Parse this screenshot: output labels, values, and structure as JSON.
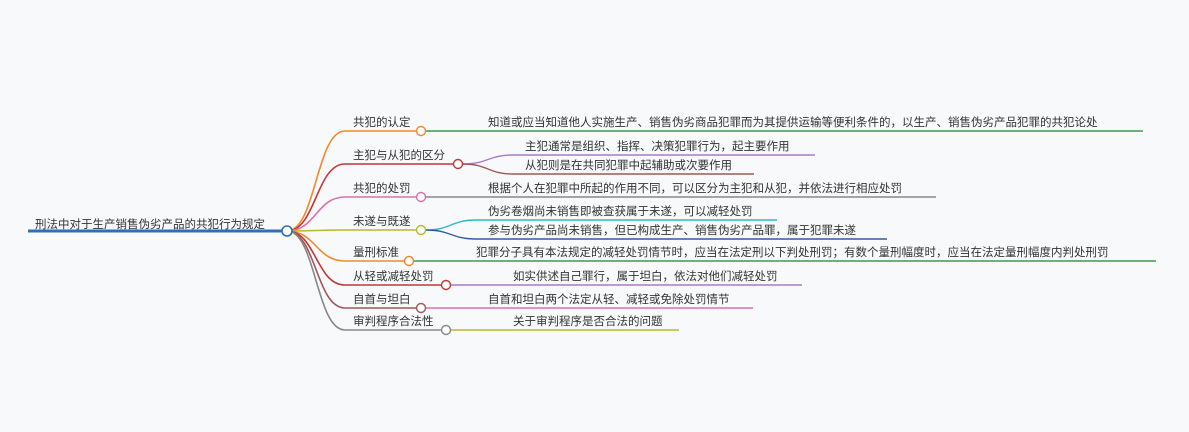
{
  "root": "刑法中对于生产销售伪劣产品的共犯行为规定",
  "branches": [
    {
      "label": "共犯的认定",
      "color": "#f08a2a",
      "children": [
        {
          "text": "知道或应当知道他人实施生产、销售伪劣商品犯罪而为其提供运输等便利条件的，以生产、销售伪劣产品犯罪的共犯论处",
          "color": "#3a9c48"
        }
      ]
    },
    {
      "label": "主犯与从犯的区分",
      "color": "#c0393b",
      "children": [
        {
          "text": "主犯通常是组织、指挥、决策犯罪行为，起主要作用",
          "color": "#a77ac9"
        },
        {
          "text": "从犯则是在共同犯罪中起辅助或次要作用",
          "color": "#a05858"
        }
      ]
    },
    {
      "label": "共犯的处罚",
      "color": "#e06fae",
      "children": [
        {
          "text": "根据个人在犯罪中所起的作用不同，可以区分为主犯和从犯，并依法进行相应处罚",
          "color": "#888888"
        }
      ]
    },
    {
      "label": "未遂与既遂",
      "color": "#b9b92a",
      "children": [
        {
          "text": "伪劣卷烟尚未销售即被查获属于未遂，可以减轻处罚",
          "color": "#2bbbc4"
        },
        {
          "text": "参与伪劣产品尚未销售，但已构成生产、销售伪劣产品罪，属于犯罪未遂",
          "color": "#3559a8"
        }
      ]
    },
    {
      "label": "量刑标准",
      "color": "#f08a2a",
      "children": [
        {
          "text": "犯罪分子具有本法规定的减轻处罚情节时，应当在法定刑以下判处刑罚；有数个量刑幅度时，应当在法定量刑幅度内判处刑罚",
          "color": "#3a9c48"
        }
      ]
    },
    {
      "label": "从轻或减轻处罚",
      "color": "#c0393b",
      "children": [
        {
          "text": "如实供述自己罪行，属于坦白，依法对他们减轻处罚",
          "color": "#a77ac9"
        }
      ]
    },
    {
      "label": "自首与坦白",
      "color": "#a05858",
      "children": [
        {
          "text": "自首和坦白两个法定从轻、减轻或免除处罚情节",
          "color": "#e06fae"
        }
      ]
    },
    {
      "label": "审判程序合法性",
      "color": "#888888",
      "children": [
        {
          "text": "关于审判程序是否合法的问题",
          "color": "#b9b92a"
        }
      ]
    }
  ],
  "root_color": "#2f6fb5"
}
